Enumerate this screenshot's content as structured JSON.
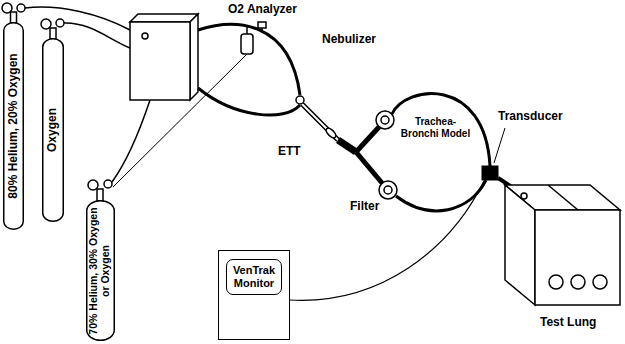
{
  "diagram": {
    "nodes": [
      {
        "text": [
          "80% Helium, 20% Oxygen"
        ]
      },
      {
        "text": [
          "Oxygen"
        ]
      },
      {
        "text": [
          "70% Helium, 30% Oxygen or Oxygen"
        ]
      },
      {
        "text": [
          "VenTrak Monitor"
        ]
      }
    ],
    "labels": [
      "O2 Analyzer",
      "Nebulizer",
      "ETT",
      "Trachea-Bronchi Model",
      "Filter",
      "Transducer",
      "Test Lung"
    ]
  }
}
